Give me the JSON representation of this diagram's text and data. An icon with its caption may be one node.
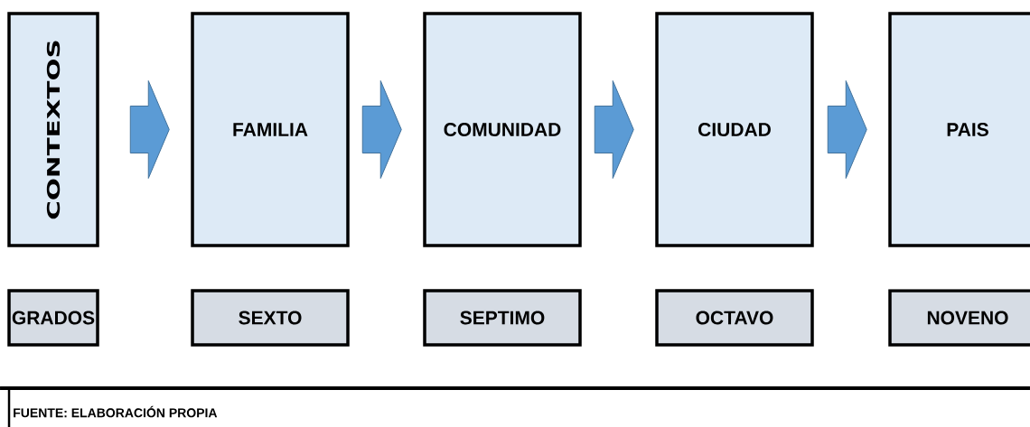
{
  "diagram": {
    "caption": "FUENTE: ELABORACIÓN PROPIA",
    "nodes": [
      {
        "text": [
          "CONTEXTOS"
        ]
      },
      {
        "text": [
          "FAMILIA"
        ]
      },
      {
        "text": [
          "COMUNIDAD"
        ]
      },
      {
        "text": [
          "CIUDAD"
        ]
      },
      {
        "text": [
          "PAIS"
        ]
      },
      {
        "text": [
          "GRADOS"
        ]
      },
      {
        "text": [
          "SEXTO"
        ]
      },
      {
        "text": [
          "SEPTIMO"
        ]
      },
      {
        "text": [
          "OCTAVO"
        ]
      },
      {
        "text": [
          "NOVENO"
        ]
      }
    ],
    "edges": [
      {
        "from": 0,
        "to": 1,
        "arrow": "to"
      },
      {
        "from": 1,
        "to": 2,
        "arrow": "to"
      },
      {
        "from": 2,
        "to": 3,
        "arrow": "to"
      },
      {
        "from": 3,
        "to": 4,
        "arrow": "to"
      }
    ]
  }
}
